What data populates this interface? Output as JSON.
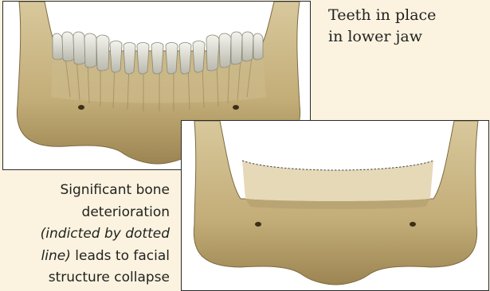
{
  "colors": {
    "background": "#fbf3df",
    "bone": "#c9b78a",
    "bone_shadow": "#8f7a4a",
    "tooth": "#dcdcd4",
    "deteriorated_area": "#e6d9b8"
  },
  "captions": {
    "top": [
      "Teeth in place",
      "in lower jaw"
    ],
    "bottom": {
      "line1": "Significant bone",
      "line2": "deterioration",
      "line3_italic": "(indicted by dotted",
      "line4_italic": "line)",
      "line4_rest": " leads to facial",
      "line5": "structure collapse"
    }
  },
  "panels": {
    "top": {
      "subject": "lower-jaw-with-teeth"
    },
    "bottom": {
      "subject": "lower-jaw-without-teeth"
    }
  }
}
